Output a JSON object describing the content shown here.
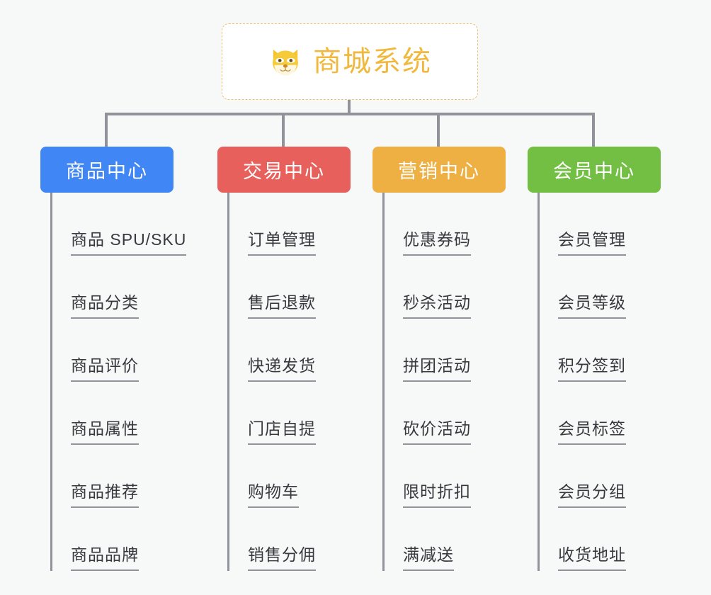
{
  "root": {
    "title": "商城系统",
    "icon": "shiba-dog-icon",
    "title_color": "#f0b83c",
    "border_color": "#f0c070"
  },
  "connector_color": "#909399",
  "background_color": "#f7f8f8",
  "columns": [
    {
      "header": "商品中心",
      "color": "#4086f4",
      "leaves": [
        "商品 SPU/SKU",
        "商品分类",
        "商品评价",
        "商品属性",
        "商品推荐",
        "商品品牌"
      ]
    },
    {
      "header": "交易中心",
      "color": "#e8605c",
      "leaves": [
        "订单管理",
        "售后退款",
        "快递发货",
        "门店自提",
        "购物车",
        "销售分佣"
      ]
    },
    {
      "header": "营销中心",
      "color": "#eeb043",
      "leaves": [
        "优惠券码",
        "秒杀活动",
        "拼团活动",
        "砍价活动",
        "限时折扣",
        "满减送"
      ]
    },
    {
      "header": "会员中心",
      "color": "#72bf44",
      "leaves": [
        "会员管理",
        "会员等级",
        "积分签到",
        "会员标签",
        "会员分组",
        "收货地址"
      ]
    }
  ]
}
